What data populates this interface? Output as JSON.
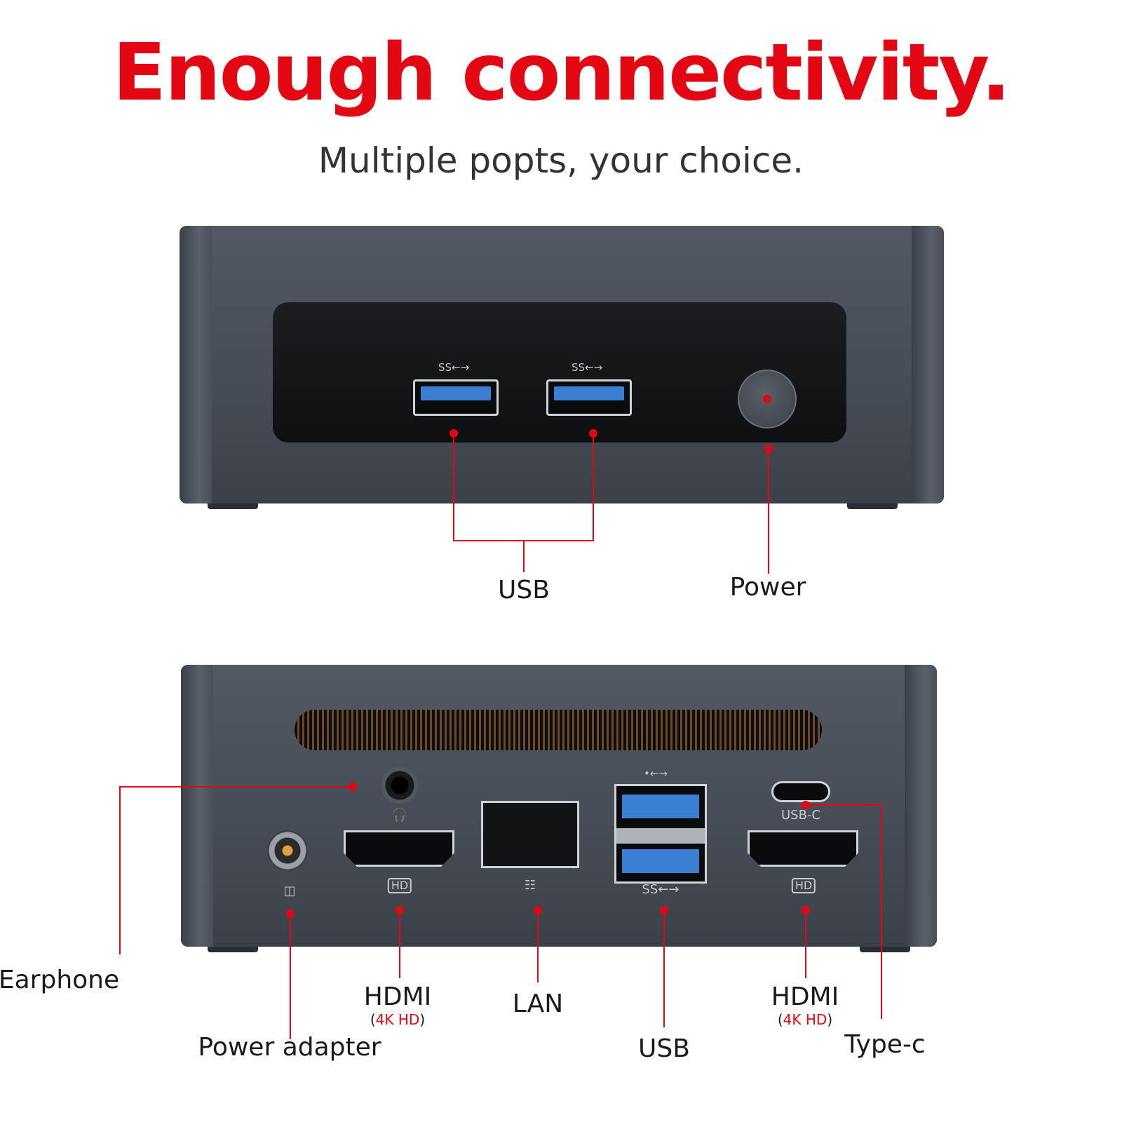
{
  "headline": "Enough connectivity.",
  "subline": "Multiple popts, your choice.",
  "colors": {
    "accent": "#e30613",
    "device": "#4a5058",
    "usb_blue": "#3a7fd4"
  },
  "front": {
    "ss_label": "SS←→",
    "labels": {
      "usb": "USB",
      "power": "Power"
    }
  },
  "rear": {
    "usbc_marking": "USB-C",
    "hd_marking": "HD",
    "ss_marking": "SS←→",
    "labels": {
      "earphone": "Earphone",
      "power_adapter": "Power adapter",
      "hdmi_left": "HDMI",
      "hdmi_left_sub_open": "(",
      "hdmi_left_sub": "4K HD",
      "hdmi_left_sub_close": ")",
      "lan": "LAN",
      "usb": "USB",
      "hdmi_right": "HDMI",
      "hdmi_right_sub_open": "(",
      "hdmi_right_sub": "4K HD",
      "hdmi_right_sub_close": ")",
      "typec": "Type-c"
    }
  },
  "icons": [
    "usb-icon",
    "headphone-icon",
    "hd-icon",
    "network-icon",
    "power-adapter-icon",
    "power-button-icon"
  ]
}
